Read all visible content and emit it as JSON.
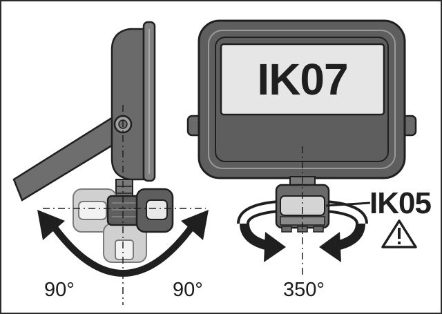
{
  "labels": {
    "rating_large": "IK07",
    "rating_sensor": "IK05",
    "angle_left": "90°",
    "angle_right": "90°",
    "angle_rotation": "350°"
  },
  "icons": {
    "warning": "warning-triangle-icon"
  },
  "colors": {
    "body_dark": "#5a5a5a",
    "body_mid": "#7c7c7c",
    "body_light": "#c8c8c8",
    "outline": "#1f1f1f",
    "label_panel": "#e6e6e6"
  }
}
